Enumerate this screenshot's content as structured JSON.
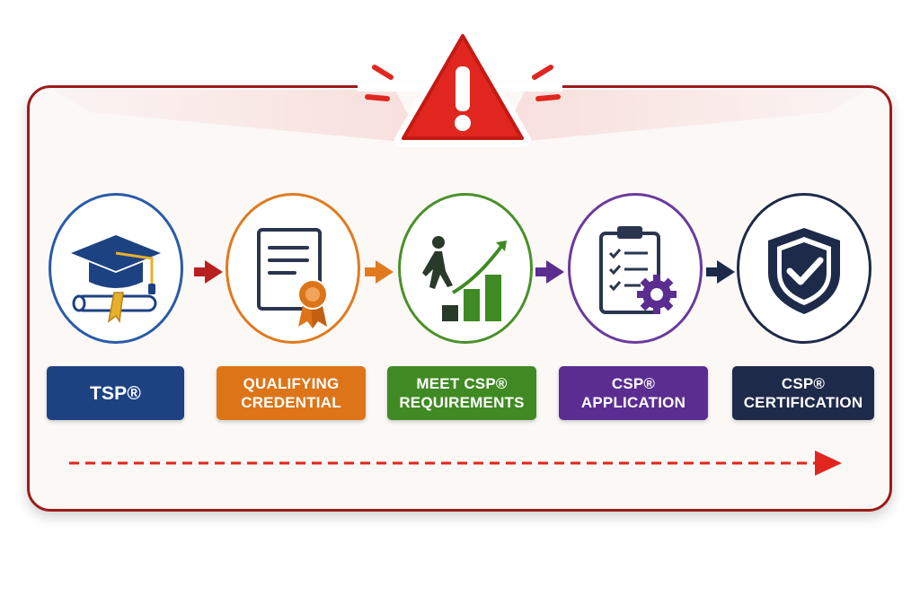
{
  "steps": [
    {
      "line1": "TSP®",
      "line2": "",
      "color": "#1d4282",
      "border": "#2a5aa8",
      "icon": "graduation-cap-icon"
    },
    {
      "line1": "QUALIFYING",
      "line2": "CREDENTIAL",
      "color": "#dd7518",
      "border": "#e07a1f",
      "icon": "certificate-icon"
    },
    {
      "line1": "MEET CSP®",
      "line2": "REQUIREMENTS",
      "color": "#3f8a22",
      "border": "#4b8f2a",
      "icon": "growth-stairs-icon"
    },
    {
      "line1": "CSP®",
      "line2": "APPLICATION",
      "color": "#5b2d91",
      "border": "#6a3a9c",
      "icon": "clipboard-gear-icon"
    },
    {
      "line1": "CSP®",
      "line2": "CERTIFICATION",
      "color": "#1e2a4a",
      "border": "#1e2a4a",
      "icon": "shield-check-icon"
    }
  ],
  "colors": {
    "frame": "#9e1b1b",
    "warning": "#e0261e",
    "progress_arrow": "#e0261e"
  },
  "icons": {
    "warning": "warning-triangle-icon",
    "connector": "chevron-arrow-icon",
    "progress": "dashed-arrow-icon"
  }
}
